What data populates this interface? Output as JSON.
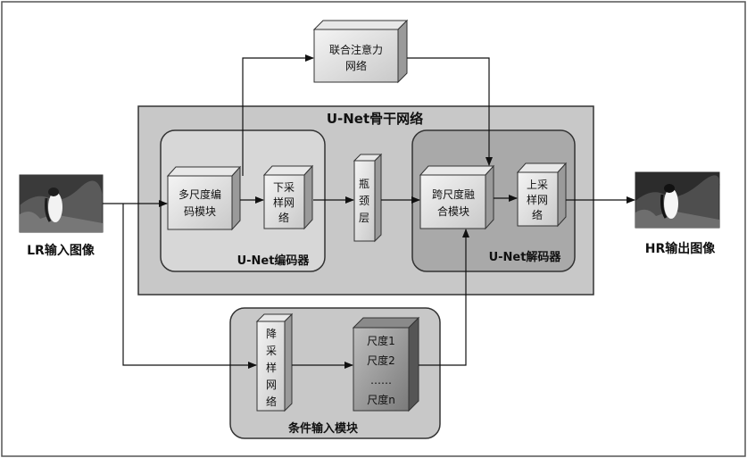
{
  "diagram": {
    "attention_box": {
      "line1": "联合注意力",
      "line2": "网络"
    },
    "backbone": {
      "title": "U-Net骨干网络"
    },
    "encoder": {
      "title": "U-Net编码器",
      "multiscale_block": {
        "line1": "多尺度编",
        "line2": "码模块"
      },
      "downsample_net": {
        "line1": "下采",
        "line2": "样网",
        "line3": "络"
      }
    },
    "bottleneck": {
      "c1": "瓶",
      "c2": "颈",
      "c3": "层"
    },
    "decoder": {
      "title": "U-Net解码器",
      "fusion_block": {
        "line1": "跨尺度融",
        "line2": "合模块"
      },
      "upsample_net": {
        "line1": "上采",
        "line2": "样网",
        "line3": "络"
      }
    },
    "condition": {
      "title": "条件输入模块",
      "downsample_net": {
        "c1": "降",
        "c2": "采",
        "c3": "样",
        "c4": "网",
        "c5": "络"
      },
      "scales": {
        "s1": "尺度1",
        "s2": "尺度2",
        "dots": "……",
        "sn": "尺度n"
      }
    },
    "input_label": "LR输入图像",
    "output_label": "HR输出图像"
  }
}
